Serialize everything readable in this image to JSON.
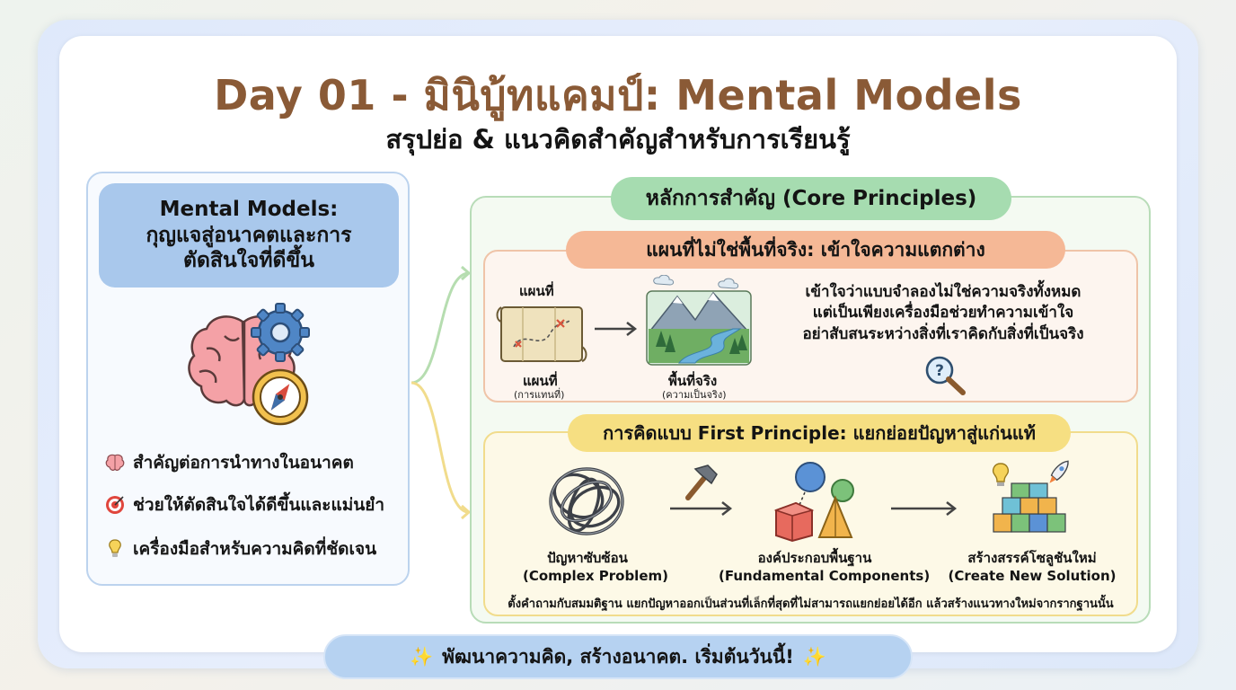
{
  "header": {
    "title": "Day 01 - มินิบู้ทแคมป์: Mental Models",
    "subtitle": "สรุปย่อ & แนวคิดสำคัญสำหรับการเรียนรู้"
  },
  "left_panel": {
    "title_lines": [
      "Mental Models:",
      "กุญแจสู่อนาคตและการ",
      "ตัดสินใจที่ดีขึ้น"
    ],
    "illustration": "brain-gear-compass-icon",
    "bullets": [
      {
        "icon": "brain-icon",
        "text": "สำคัญต่อการนำทางในอนาคต"
      },
      {
        "icon": "target-icon",
        "text": "ช่วยให้ตัดสินใจได้ดีขึ้นและแม่นยำ"
      },
      {
        "icon": "lightbulb-icon",
        "text": "เครื่องมือสำหรับความคิดที่ชัดเจน"
      }
    ]
  },
  "core": {
    "title": "หลักการสำคัญ (Core Principles)"
  },
  "section_map": {
    "title": "แผนที่ไม่ใช่พื้นที่จริง: เข้าใจความแตกต่าง",
    "map_top_label": "แผนที่",
    "map_label": "แผนที่",
    "map_sublabel": "(การแทนที่)",
    "territory_label": "พื้นที่จริง",
    "territory_sublabel": "(ความเป็นจริง)",
    "description_lines": [
      "เข้าใจว่าแบบจำลองไม่ใช่ความจริงทั้งหมด",
      "แต่เป็นเพียงเครื่องมือช่วยทำความเข้าใจ",
      "อย่าสับสนระหว่างสิ่งที่เราคิดกับสิ่งที่เป็นจริง"
    ]
  },
  "section_first_principle": {
    "title": "การคิดแบบ First Principle: แยกย่อยปัญหาสู่แก่นแท้",
    "steps": [
      {
        "icon": "tangled-knot-icon",
        "label_th": "ปัญหาซับซ้อน",
        "label_en": "(Complex Problem)"
      },
      {
        "icon": "shapes-icon",
        "label_th": "องค์ประกอบพื้นฐาน",
        "label_en": "(Fundamental Components)"
      },
      {
        "icon": "blocks-rocket-icon",
        "label_th": "สร้างสรรค์โซลูชันใหม่",
        "label_en": "(Create New Solution)"
      }
    ],
    "footnote": "ตั้งคำถามกับสมมติฐาน แยกปัญหาออกเป็นส่วนที่เล็กที่สุดที่ไม่สามารถแยกย่อยได้อีก แล้วสร้างแนวทางใหม่จากรากฐานนั้น"
  },
  "footer": {
    "text": "พัฒนาความคิด, สร้างอนาคต. เริ่มต้นวันนี้!",
    "sparkle": "✨"
  }
}
